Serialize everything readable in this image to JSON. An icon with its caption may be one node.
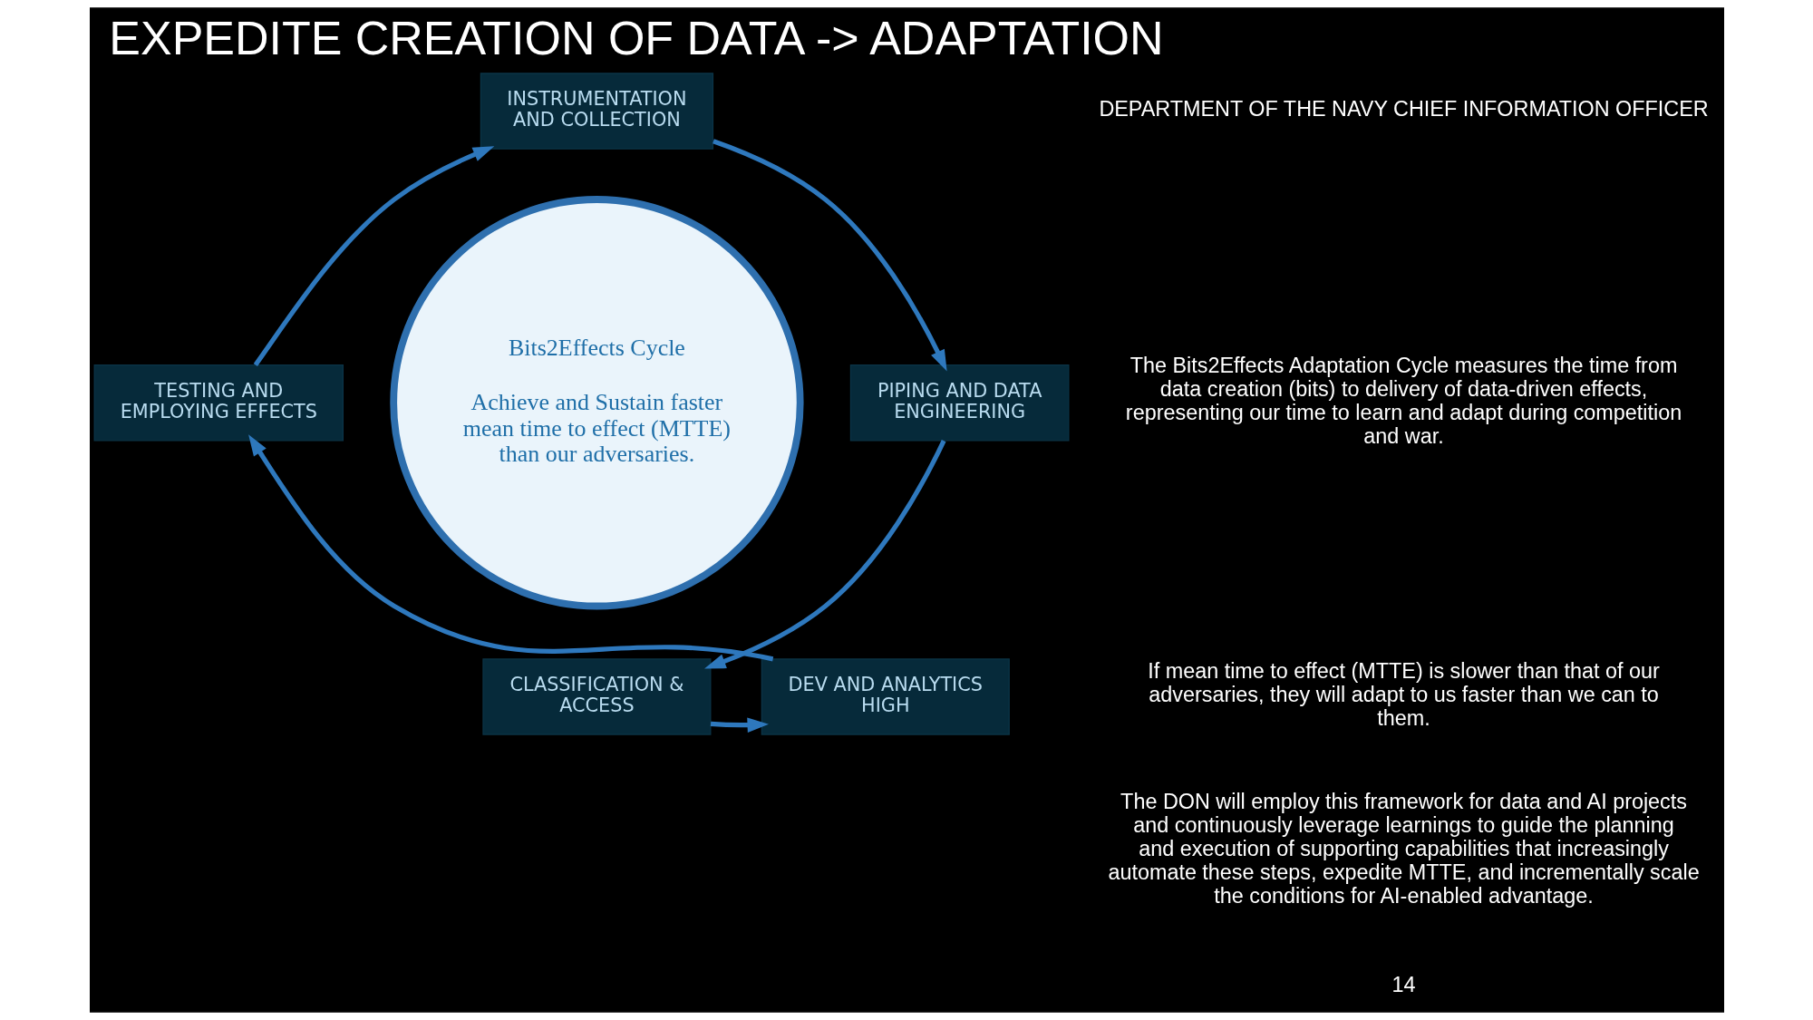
{
  "diagram": {
    "title": "EXPEDITE CREATION OF DATA -> ADAPTATION",
    "nodes": [
      {
        "text": [
          "Bits2Effects Cycle",
          "Achieve and Sustain faster mean time to effect (MTTE) than our adversaries."
        ]
      },
      {
        "text": [
          "INSTRUMENTATION AND COLLECTION"
        ]
      },
      {
        "text": [
          "PIPING AND DATA ENGINEERING"
        ]
      },
      {
        "text": [
          "CLASSIFICATION & ACCESS"
        ]
      },
      {
        "text": [
          "DEV AND ANALYTICS HIGH"
        ]
      },
      {
        "text": [
          "TESTING AND EMPLOYING EFFECTS"
        ]
      }
    ],
    "edges": [
      {
        "from": 1,
        "to": 2,
        "arrow": "to"
      },
      {
        "from": 2,
        "to": 3,
        "arrow": "to"
      },
      {
        "from": 3,
        "to": 4,
        "arrow": "to"
      },
      {
        "from": 4,
        "to": 5,
        "arrow": "to"
      },
      {
        "from": 5,
        "to": 1,
        "arrow": "to"
      }
    ],
    "labels": [
      "DEPARTMENT OF THE NAVY CHIEF INFORMATION OFFICER",
      "The Bits2Effects Adaptation Cycle measures the time from data creation (bits) to delivery of data-driven effects, representing our time to learn and adapt during competition and war.",
      "If mean time to effect (MTTE) is slower than that of our adversaries, they will adapt to us faster than we can to them.",
      "The DON will employ this framework for data and AI projects and continuously leverage learnings to guide the planning and execution of supporting capabilities that increasingly automate these steps, expedite MTTE, and incrementally scale the conditions for AI-enabled advantage.",
      "14"
    ]
  }
}
